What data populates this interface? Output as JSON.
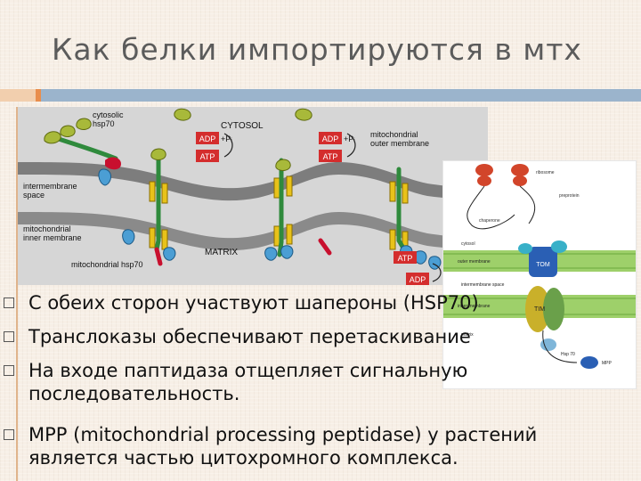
{
  "slide": {
    "title": "Как белки импортируются в мтх"
  },
  "diagram": {
    "labels": {
      "cytosolic_hsp70": [
        "cytosolic",
        "hsp70"
      ],
      "cytosol": "CYTOSOL",
      "outer_membrane": [
        "mitochondrial",
        "outer membrane"
      ],
      "intermembrane": [
        "intermembrane",
        "space"
      ],
      "inner_membrane": [
        "mitochondrial",
        "inner membrane"
      ],
      "matrix": "MATRIX",
      "mito_hsp70": "mitochondrial hsp70",
      "adp_pi": "ADP",
      "pi": "+Pᵢ",
      "atp": "ATP",
      "adp": "ADP"
    }
  },
  "inset": {
    "labels": {
      "ribosome": "ribosome",
      "preprotein": "preprotein",
      "chaperone": "chaperone",
      "cytosol": "cytosol",
      "outer_membrane": "outer membrane",
      "ims": "intermembrane space",
      "inner_membrane": "inner membrane",
      "matrix": "matrix",
      "tom": "TOM",
      "tim": "TIM",
      "hsp70": "Hsp 70",
      "mpp": "MPP"
    }
  },
  "bullets": [
    "С обеих сторон участвуют шапероны (HSP70)",
    "Транслоказы обеспечивают перетаскивание",
    "На входе паптидаза отщепляет сигнальную последовательность.",
    " MPP (mitochondrial processing peptidase) у растений является частью цитохромного комплекса."
  ],
  "colors": {
    "accent_orange": "#e98e4d",
    "accent_blue": "#9bb4cc",
    "membrane": "#7d7d7d",
    "hsp70_cyto": "#a8b93a",
    "hsp70_mito": "#4b9ed4",
    "translocase": "#e8c21a",
    "protein": "#2f8a3c",
    "atp_red": "#d42d2d"
  }
}
